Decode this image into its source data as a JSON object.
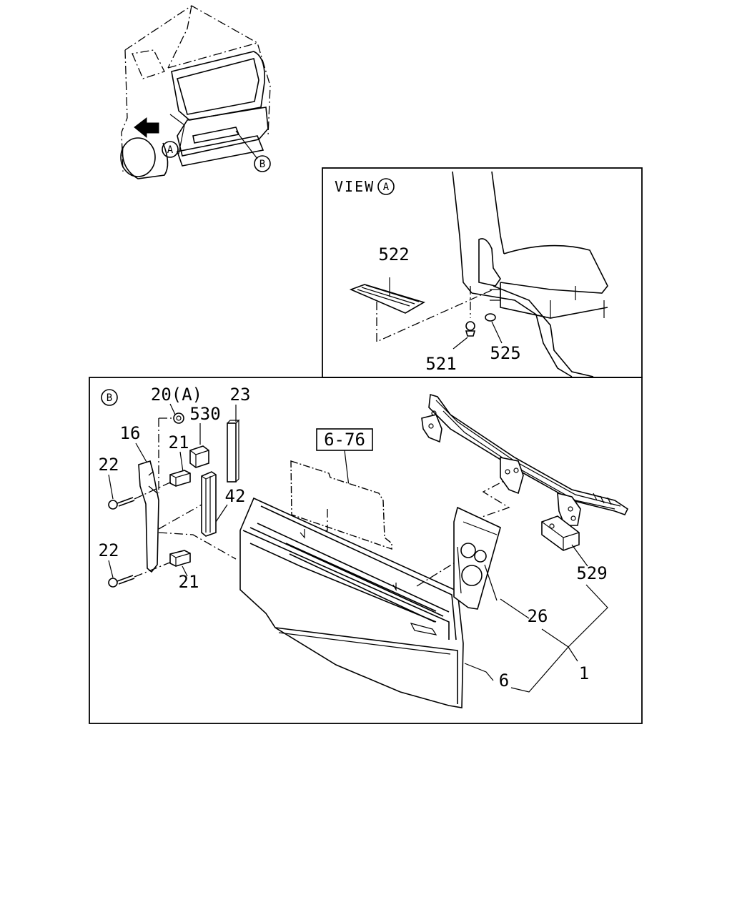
{
  "overview": {
    "callout_a": "A",
    "callout_b": "B"
  },
  "view_a": {
    "title": "VIEW",
    "title_circle": "A",
    "labels": {
      "mat": "522",
      "screw": "521",
      "washer": "525"
    }
  },
  "detail_b": {
    "circle": "B",
    "labels": {
      "clip_20a": "20(A)",
      "strip_23": "23",
      "cap_530": "530",
      "bracket_16": "16",
      "clip_21_top": "21",
      "screw_22_top": "22",
      "seal_42": "42",
      "screw_22_bottom": "22",
      "clip_21_bottom": "21",
      "ref_6_76": "6-76",
      "bracket_529": "529",
      "plate_26": "26",
      "assembly_1": "1",
      "panel_6": "6"
    }
  }
}
